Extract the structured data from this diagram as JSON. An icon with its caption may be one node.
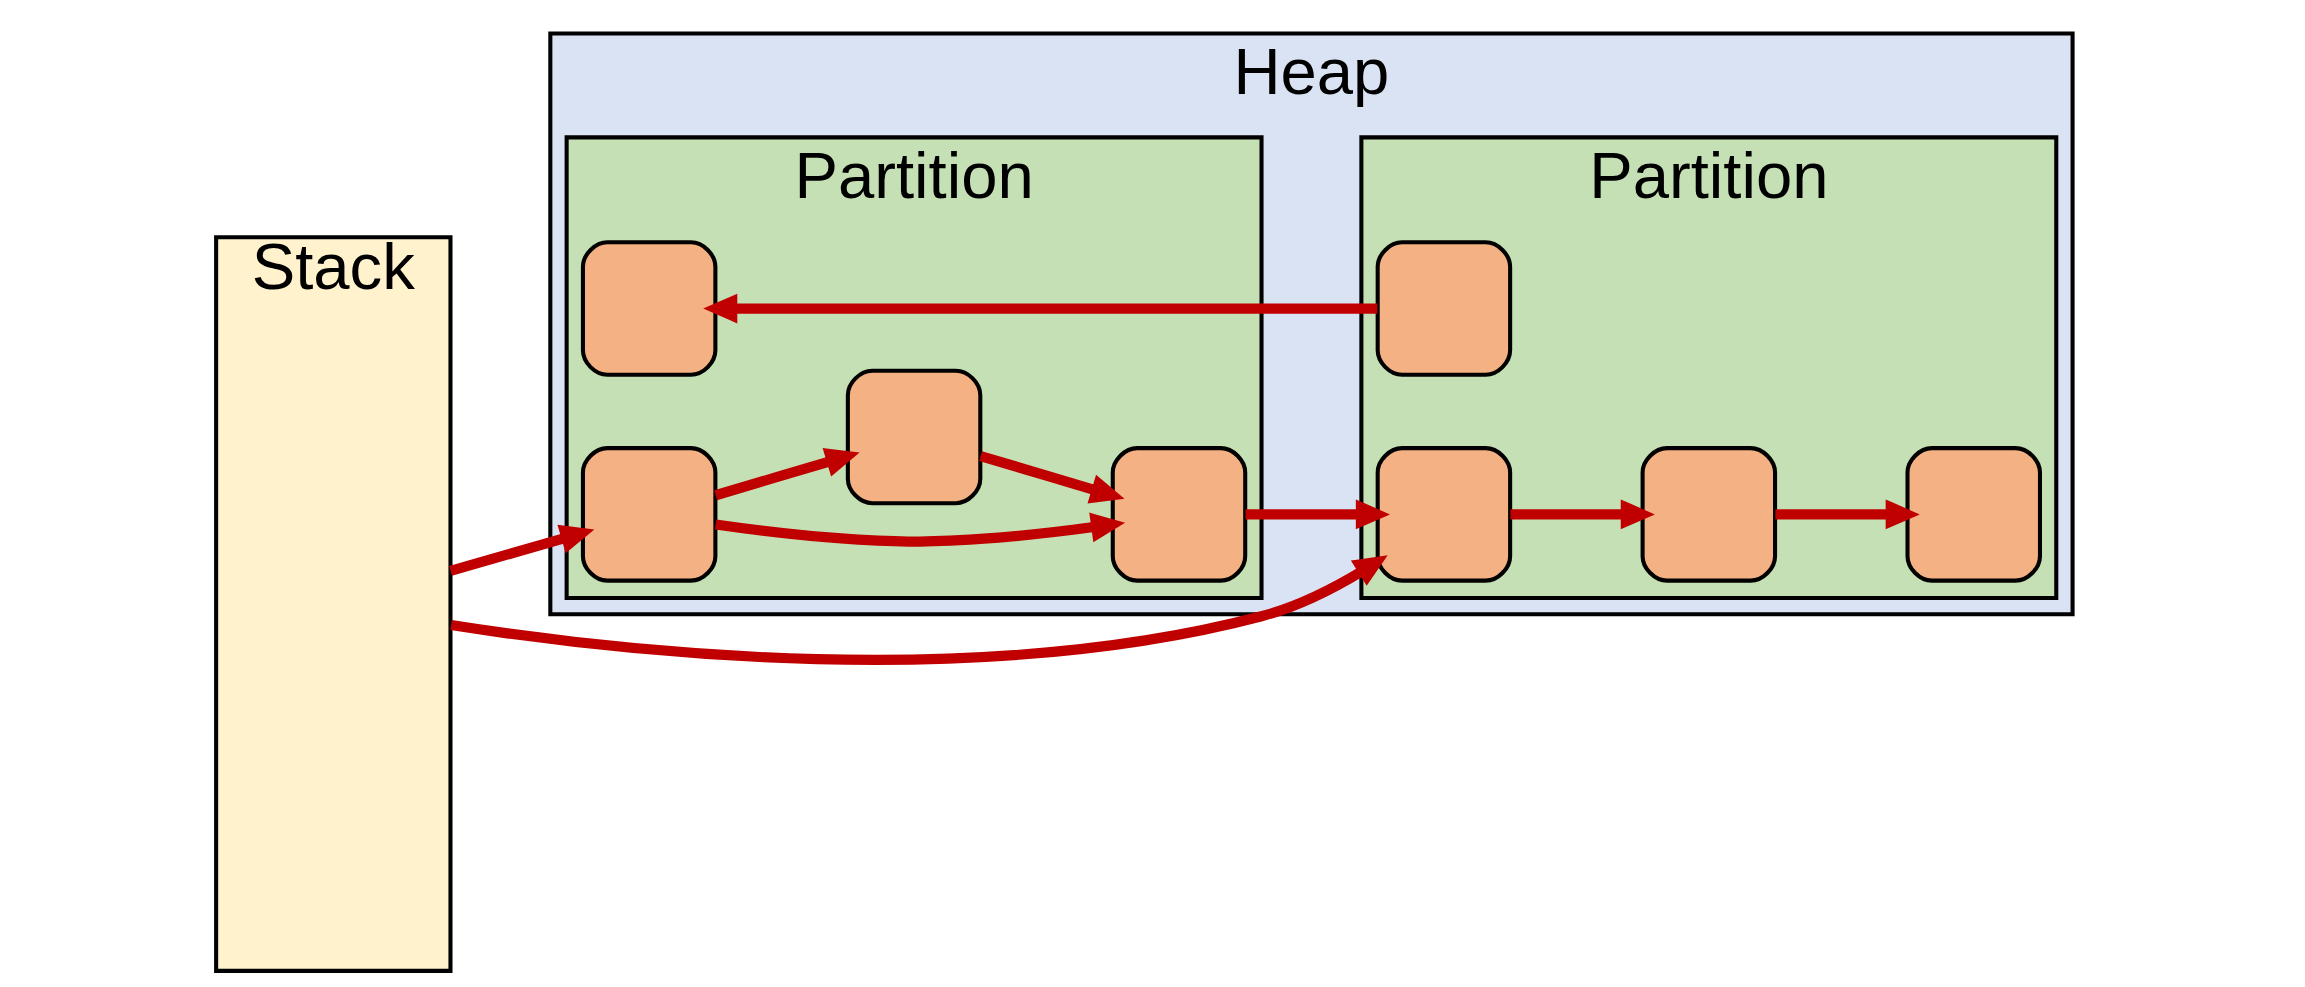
{
  "diagram": {
    "nodes": [
      {
        "text": [
          "Stack"
        ]
      },
      {
        "text": [
          "Heap"
        ]
      },
      {
        "text": [
          "Partition"
        ],
        "in": 1
      },
      {
        "text": [
          "Partition"
        ],
        "in": 1
      },
      {
        "text": [],
        "shape": "box",
        "in": 2
      },
      {
        "text": [],
        "shape": "box",
        "in": 2
      },
      {
        "text": [],
        "shape": "box",
        "in": 2
      },
      {
        "text": [],
        "shape": "box",
        "in": 2
      },
      {
        "text": [],
        "shape": "box",
        "in": 3
      },
      {
        "text": [],
        "shape": "box",
        "in": 3
      },
      {
        "text": [],
        "shape": "box",
        "in": 3
      },
      {
        "text": [],
        "shape": "box",
        "in": 3
      }
    ],
    "edges": [
      {
        "from": 0,
        "to": 8,
        "arrow": "to"
      },
      {
        "from": 0,
        "to": 4,
        "arrow": "to"
      },
      {
        "from": 4,
        "to": 5,
        "arrow": "to"
      },
      {
        "from": 4,
        "to": 6,
        "arrow": "to"
      },
      {
        "from": 6,
        "to": 5,
        "arrow": "to"
      },
      {
        "from": 5,
        "to": 8,
        "arrow": "to"
      },
      {
        "from": 8,
        "to": 9,
        "arrow": "to"
      },
      {
        "from": 9,
        "to": 11,
        "arrow": "to"
      },
      {
        "from": 10,
        "to": 7,
        "arrow": "to"
      }
    ]
  }
}
